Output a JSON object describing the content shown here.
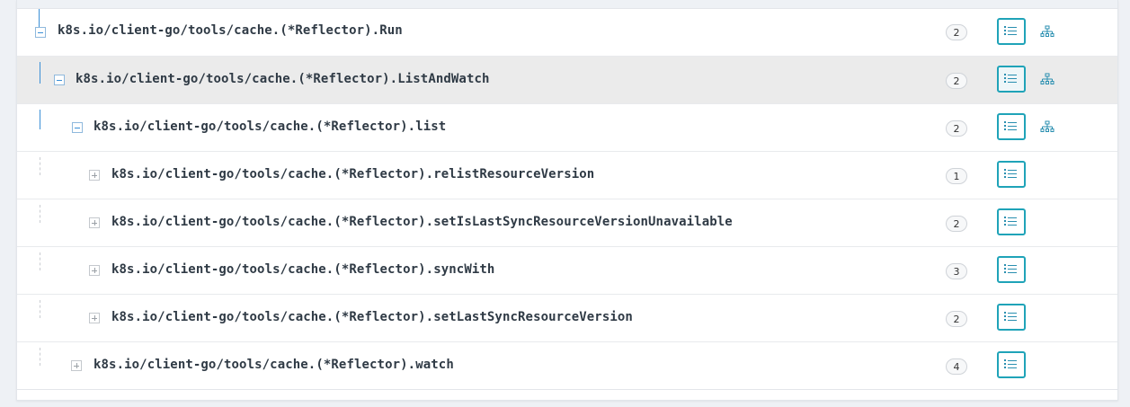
{
  "rows": [
    {
      "name": "k8s.io/client-go/tools/cache.(*Reflector).Run",
      "count": "2",
      "expanded": true,
      "has_tree": true
    },
    {
      "name": "k8s.io/client-go/tools/cache.(*Reflector).ListAndWatch",
      "count": "2",
      "expanded": true,
      "has_tree": true,
      "highlight": true
    },
    {
      "name": "k8s.io/client-go/tools/cache.(*Reflector).list",
      "count": "2",
      "expanded": true,
      "has_tree": true
    },
    {
      "name": "k8s.io/client-go/tools/cache.(*Reflector).relistResourceVersion",
      "count": "1",
      "expanded": false,
      "has_tree": false
    },
    {
      "name": "k8s.io/client-go/tools/cache.(*Reflector).setIsLastSyncResourceVersionUnavailable",
      "count": "2",
      "expanded": false,
      "has_tree": false
    },
    {
      "name": "k8s.io/client-go/tools/cache.(*Reflector).syncWith",
      "count": "3",
      "expanded": false,
      "has_tree": false
    },
    {
      "name": "k8s.io/client-go/tools/cache.(*Reflector).setLastSyncResourceVersion",
      "count": "2",
      "expanded": false,
      "has_tree": false
    },
    {
      "name": "k8s.io/client-go/tools/cache.(*Reflector).watch",
      "count": "4",
      "expanded": false,
      "has_tree": false
    }
  ],
  "icons": {
    "expand": "expand-icon",
    "collapse": "collapse-icon",
    "list": "list-icon",
    "tree": "sitemap-icon"
  },
  "colors": {
    "accent": "#1fa3b8",
    "tree_line": "#3a8fd6",
    "highlight_row": "#ebebeb"
  }
}
